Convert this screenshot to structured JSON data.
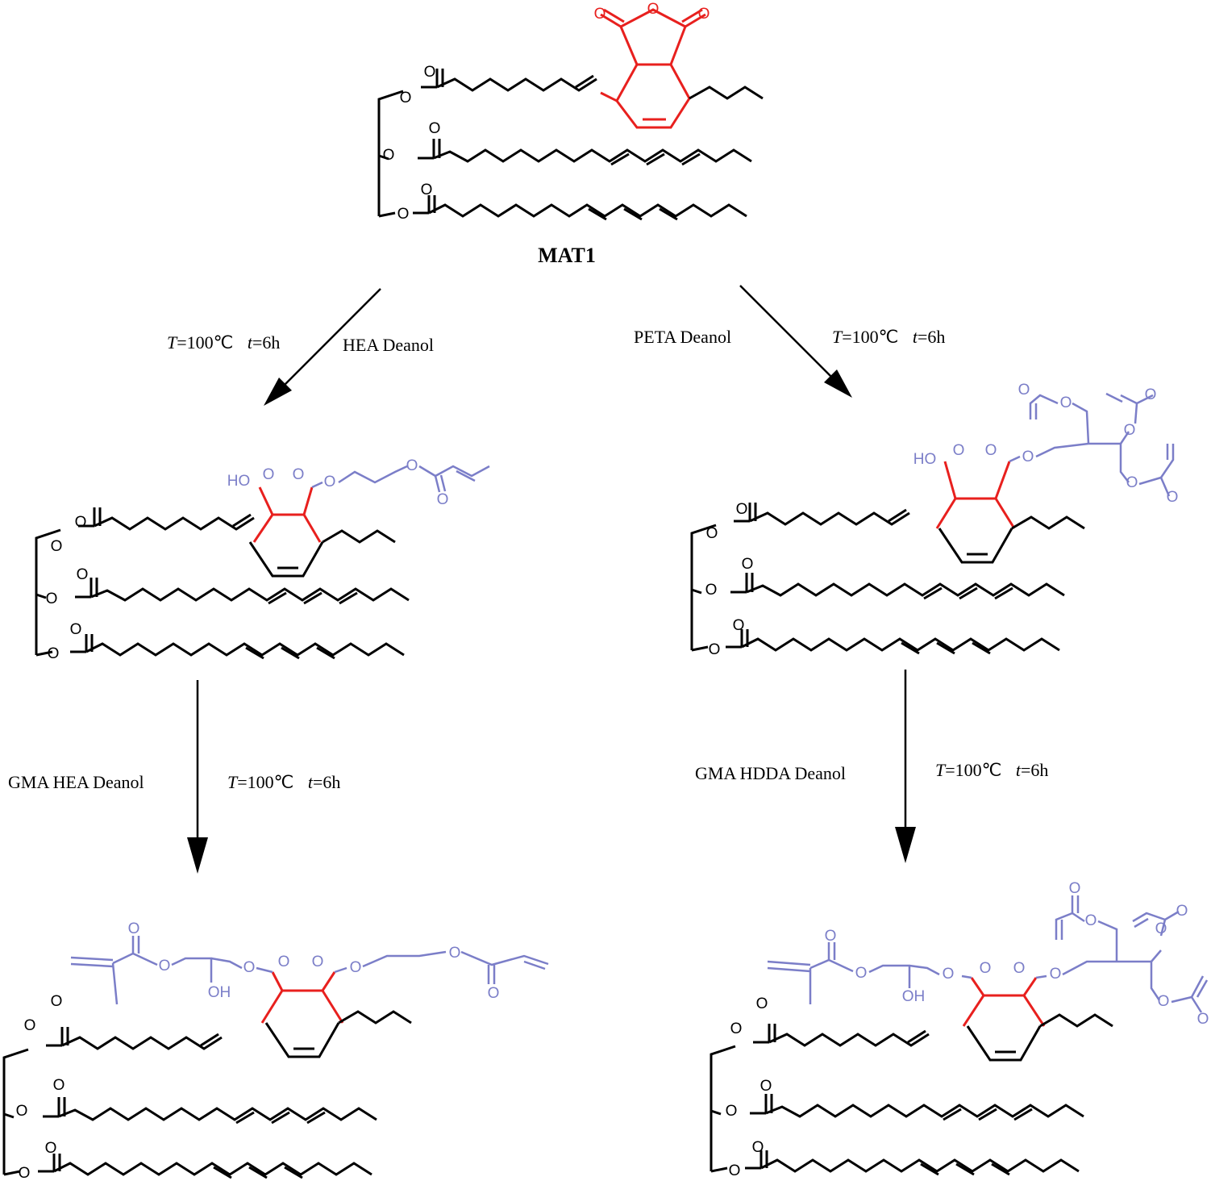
{
  "compound_label": "MAT1",
  "atoms": {
    "oxygen": "O",
    "hydroxyl_left": "HO",
    "hydroxyl_below": "OH"
  },
  "conditions": {
    "temperature_symbol": "T",
    "temperature_value": "=100",
    "degree_unit": "℃",
    "time_symbol": "t",
    "time_value": "=6h"
  },
  "steps": {
    "left_first": "HEA Deanol",
    "right_first": "PETA Deanol",
    "left_second": "GMA HEA Deanol",
    "right_second": "GMA HDDA Deanol"
  },
  "colors": {
    "skeleton": "#000000",
    "anhydride_ring": "#e8201e",
    "grafted_groups": "#7b7ec8"
  }
}
